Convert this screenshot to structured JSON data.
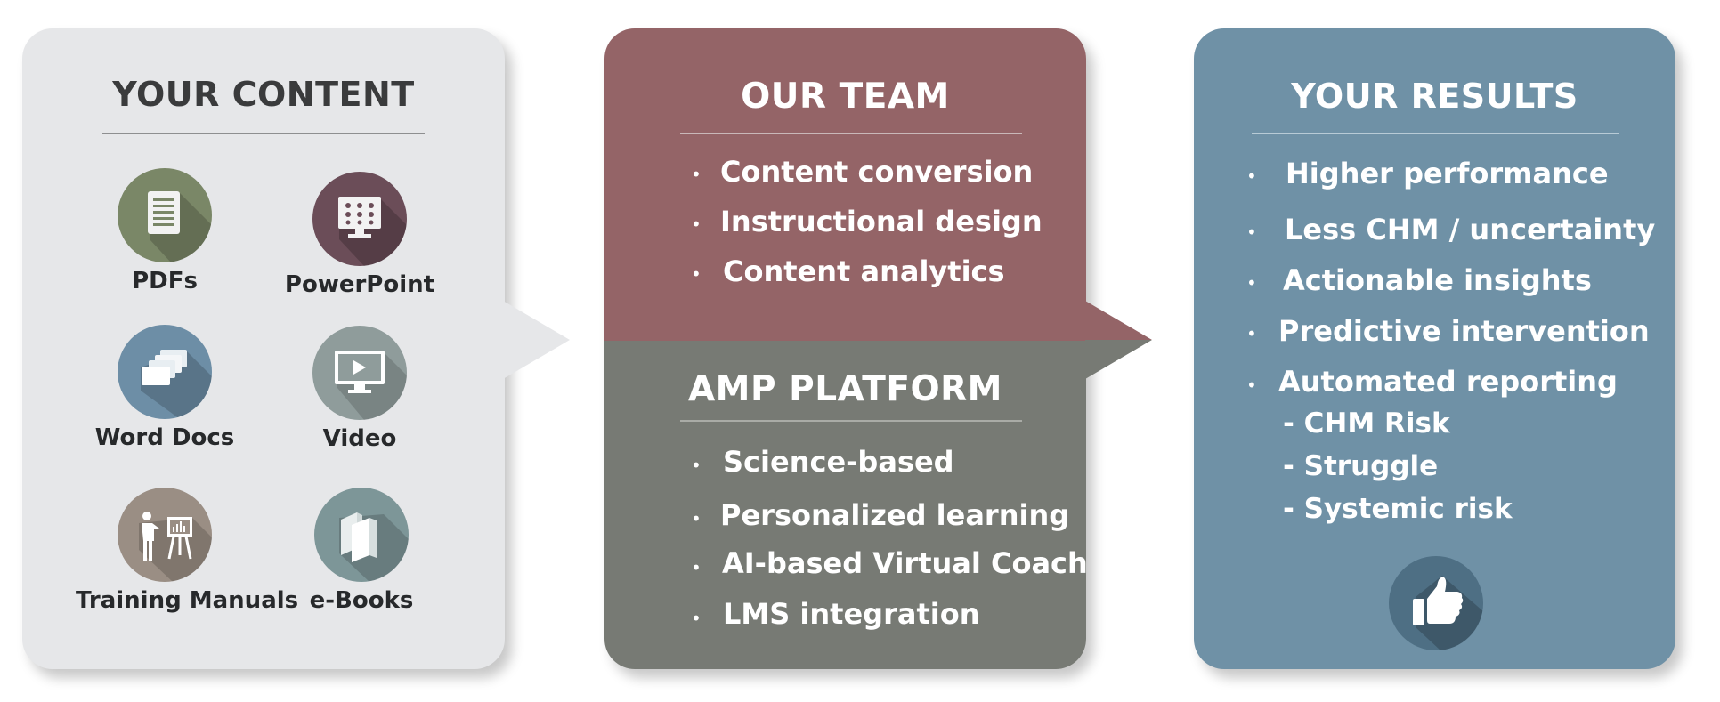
{
  "content_panel": {
    "title": "YOUR CONTENT",
    "items": [
      {
        "label": "PDFs",
        "icon": "document-icon",
        "color": "#7a8767"
      },
      {
        "label": "PowerPoint",
        "icon": "presentation-icon",
        "color": "#6b4d58"
      },
      {
        "label": "Word Docs",
        "icon": "stacked-docs-icon",
        "color": "#6d8ea6"
      },
      {
        "label": "Video",
        "icon": "video-monitor-icon",
        "color": "#8f9c9b"
      },
      {
        "label": "Training Manuals",
        "icon": "trainer-icon",
        "color": "#9a8e84"
      },
      {
        "label": "e-Books",
        "icon": "books-icon",
        "color": "#7d9698"
      }
    ],
    "bg_color": "#e6e7e9"
  },
  "team_panel": {
    "title": "OUR TEAM",
    "items": [
      "Content conversion",
      "Instructional design",
      "Content analytics"
    ],
    "bg_color": "#946467"
  },
  "platform_panel": {
    "title": "AMP PLATFORM",
    "items": [
      "Science-based",
      "Personalized learning",
      "AI-based Virtual Coach",
      "LMS integration"
    ],
    "bg_color": "#777a74"
  },
  "results_panel": {
    "title": "YOUR RESULTS",
    "items": [
      "Higher performance",
      "Less CHM / uncertainty",
      "Actionable insights",
      "Predictive intervention",
      "Automated reporting"
    ],
    "sub_items": [
      "- CHM Risk",
      "- Struggle",
      "- Systemic risk"
    ],
    "icon": "thumbs-up-icon",
    "bg_color": "#6f91a6"
  }
}
